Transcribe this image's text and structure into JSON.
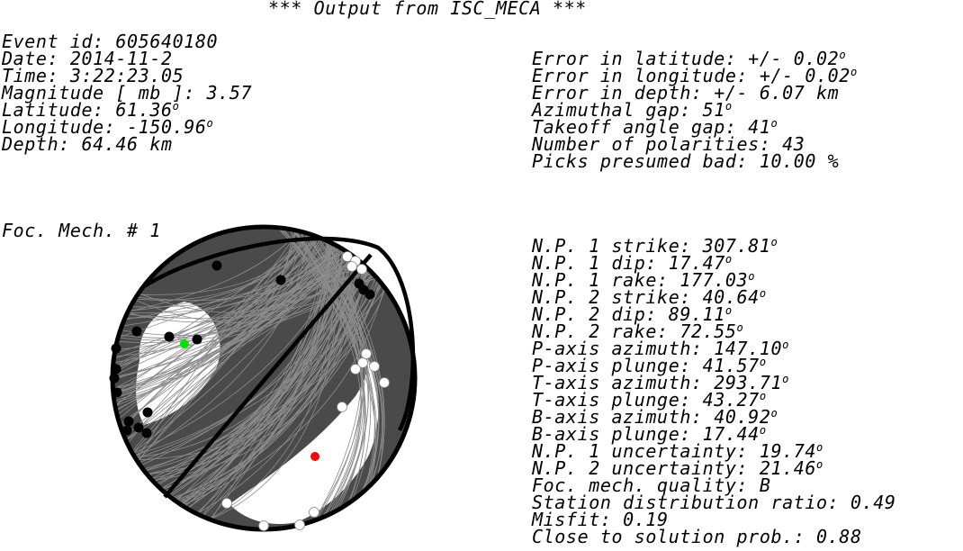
{
  "header": {
    "title": "*** Output from ISC_MECA ***"
  },
  "event_info": {
    "event_id": "Event id: 605640180",
    "date": "Date: 2014-11-2",
    "time": "Time: 3:22:23.05",
    "magnitude": "Magnitude [ mb ]: 3.57",
    "latitude": "Latitude: 61.36",
    "longitude": "Longitude: -150.96",
    "depth": "Depth: 64.46 km"
  },
  "errors": {
    "err_lat": "Error in latitude: +/- 0.02",
    "err_lon": "Error in longitude: +/- 0.02",
    "err_depth": "Error in depth: +/- 6.07 km",
    "azimuthal_gap": "Azimuthal gap: 51",
    "takeoff_gap": "Takeoff angle gap: 41",
    "n_polarities": "Number of polarities: 43",
    "picks_bad": "Picks presumed bad: 10.00 %"
  },
  "mechanism": {
    "label": "Foc. Mech. # 1",
    "np1_strike": "N.P. 1 strike: 307.81",
    "np1_dip": "N.P. 1 dip: 17.47",
    "np1_rake": "N.P. 1 rake: 177.03",
    "np2_strike": "N.P. 2 strike: 40.64",
    "np2_dip": "N.P. 2 dip: 89.11",
    "np2_rake": "N.P. 2 rake: 72.55",
    "p_azimuth": "P-axis azimuth: 147.10",
    "p_plunge": "P-axis plunge: 41.57",
    "t_azimuth": "T-axis azimuth: 293.71",
    "t_plunge": "T-axis plunge: 43.27",
    "b_azimuth": "B-axis azimuth: 40.92",
    "b_plunge": "B-axis plunge: 17.44",
    "np1_uncert": "N.P. 1 uncertainty: 19.74",
    "np2_uncert": "N.P. 2 uncertainty: 21.46",
    "quality": "Foc. mech. quality: B",
    "station_ratio": "Station distribution ratio: 0.49",
    "misfit": "Misfit: 0.19",
    "prob": "Close to solution prob.: 0.88"
  },
  "symbols": {
    "degree": "o"
  },
  "colors": {
    "background": "#ffffff",
    "ball_fill": "#4a4a4a",
    "uncertainty_lines": "#8c8c8c",
    "compression_polarity": "#000000",
    "dilatation_polarity": "#ffffff",
    "p_axis": "#00e000",
    "t_axis": "#ff0000"
  },
  "diagram": {
    "strike1": 307.81,
    "dip1": 17.47,
    "strike2": 40.64,
    "dip2": 89.11
  }
}
